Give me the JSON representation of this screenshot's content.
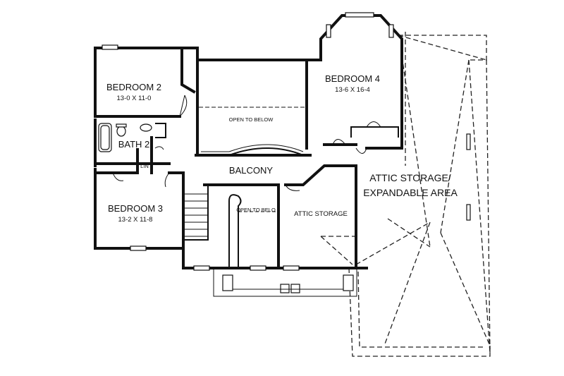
{
  "rooms": {
    "bedroom2": {
      "name": "BEDROOM 2",
      "dims": "13-0 X 11-0"
    },
    "bedroom3": {
      "name": "BEDROOM 3",
      "dims": "13-2 X 11-8"
    },
    "bedroom4": {
      "name": "BEDROOM 4",
      "dims": "13-6 X 16-4"
    },
    "bath2": {
      "name": "BATH 2"
    },
    "lin": {
      "name": "LIN"
    },
    "open_to_below_upper": "OPEN TO BELOW",
    "open_to_below_stair": "OPEN TO BELO",
    "balcony": "BALCONY",
    "attic_storage": "ATTIC STORAGE",
    "attic_expandable_line1": "ATTIC STORAGE/",
    "attic_expandable_line2": "EXPANDABLE AREA"
  }
}
